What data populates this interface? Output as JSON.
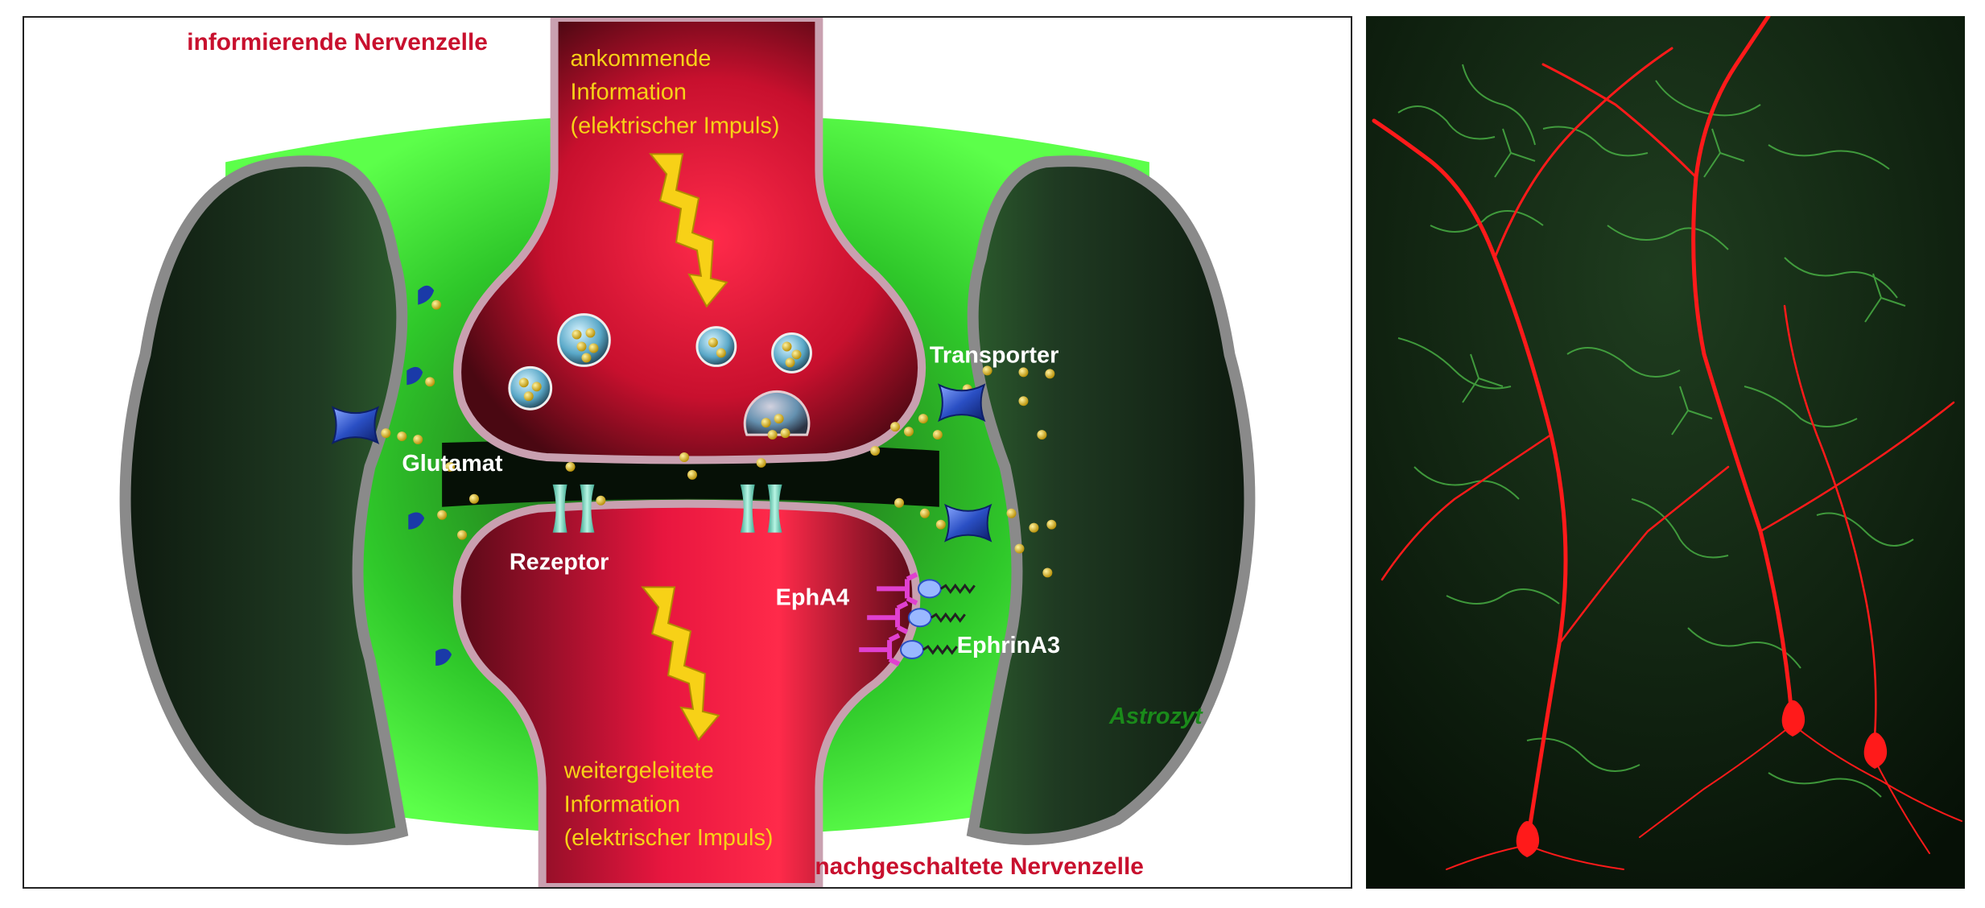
{
  "labels": {
    "presynaptic": "informierende Nervenzelle",
    "postsynaptic": "nachgeschaltete Nervenzelle",
    "incoming_line1": "ankommende",
    "incoming_line2": "Information",
    "incoming_line3": "(elektrischer Impuls)",
    "outgoing_line1": "weitergeleitete",
    "outgoing_line2": "Information",
    "outgoing_line3": "(elektrischer Impuls)",
    "transporter": "Transporter",
    "glutamat": "Glutamat",
    "rezeptor": "Rezeptor",
    "epha4": "EphA4",
    "ephrina3": "EphrinA3",
    "astrozyt": "Astrozyt"
  },
  "colors": {
    "neuron": "#e8163f",
    "neuron_dark": "#5a0a18",
    "astrocyte_glow": "#3cff2e",
    "astrocyte_body": "#1e3320",
    "membrane": "#8a8a8a",
    "text_red": "#c8102e",
    "text_yellow": "#f7d117",
    "text_green": "#1a8a1a",
    "glutamate": "#e6c01a",
    "transporter": "#2a4fc4",
    "receptor": "#7ad9c0",
    "epha4": "#e040d0"
  }
}
